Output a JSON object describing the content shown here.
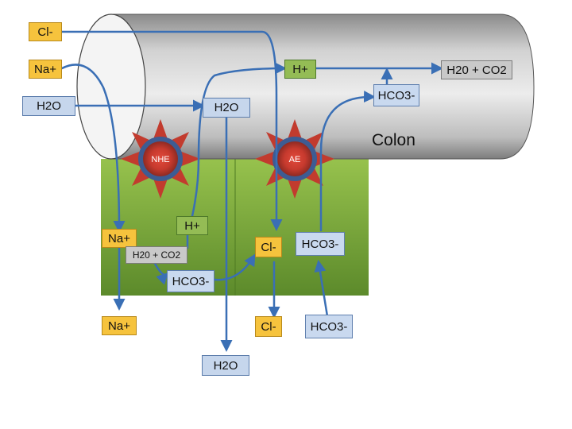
{
  "colon_label": "Colon",
  "pumps": {
    "nhe": "NHE",
    "ae": "AE"
  },
  "lumen": {
    "cl": "Cl-",
    "na": "Na+",
    "h2o_left": "H2O",
    "h2o_mid": "H2O",
    "h_plus": "H+",
    "hco3": "HCO3-",
    "h2o_co2": "H20 + CO2"
  },
  "cell": {
    "h_plus": "H+",
    "na": "Na+",
    "h2o_co2": "H20 + CO2",
    "cl": "Cl-",
    "hco3": "HCO3-",
    "hco3_lower": "HCO3-"
  },
  "blood": {
    "na": "Na+",
    "cl": "Cl-",
    "hco3": "HCO3-",
    "h2o": "H2O"
  },
  "colors": {
    "tube": "#b9b9b9",
    "tissue_top": "#8fbc46",
    "tissue_bottom": "#5f8a2a",
    "arrow": "#3a6fb5",
    "pump_ring": "#3d5c93",
    "star": "#c23b2e"
  }
}
